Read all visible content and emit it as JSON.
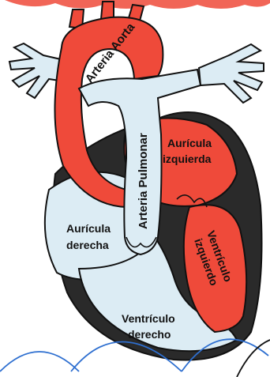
{
  "colors": {
    "background": "#ffffff",
    "oxygenated_red": "#ef4a3a",
    "deoxygenated_blue": "#dcecf4",
    "outline": "#111111",
    "muscle_dark": "#2a2a2a",
    "overlay_arc": "#2e6fd0",
    "top_caption": "#ef4a3a"
  },
  "labels": {
    "aorta": "Arteria Aorta",
    "pulmonary_artery": "Arteria Pulmonar",
    "left_atrium_1": "Aurícula",
    "left_atrium_2": "izquierda",
    "right_atrium_1": "Aurícula",
    "right_atrium_2": "derecha",
    "left_ventricle_1": "Ventrículo",
    "left_ventricle_2": "izquierdo",
    "right_ventricle_1": "Ventrículo",
    "right_ventricle_2": "derecho"
  }
}
